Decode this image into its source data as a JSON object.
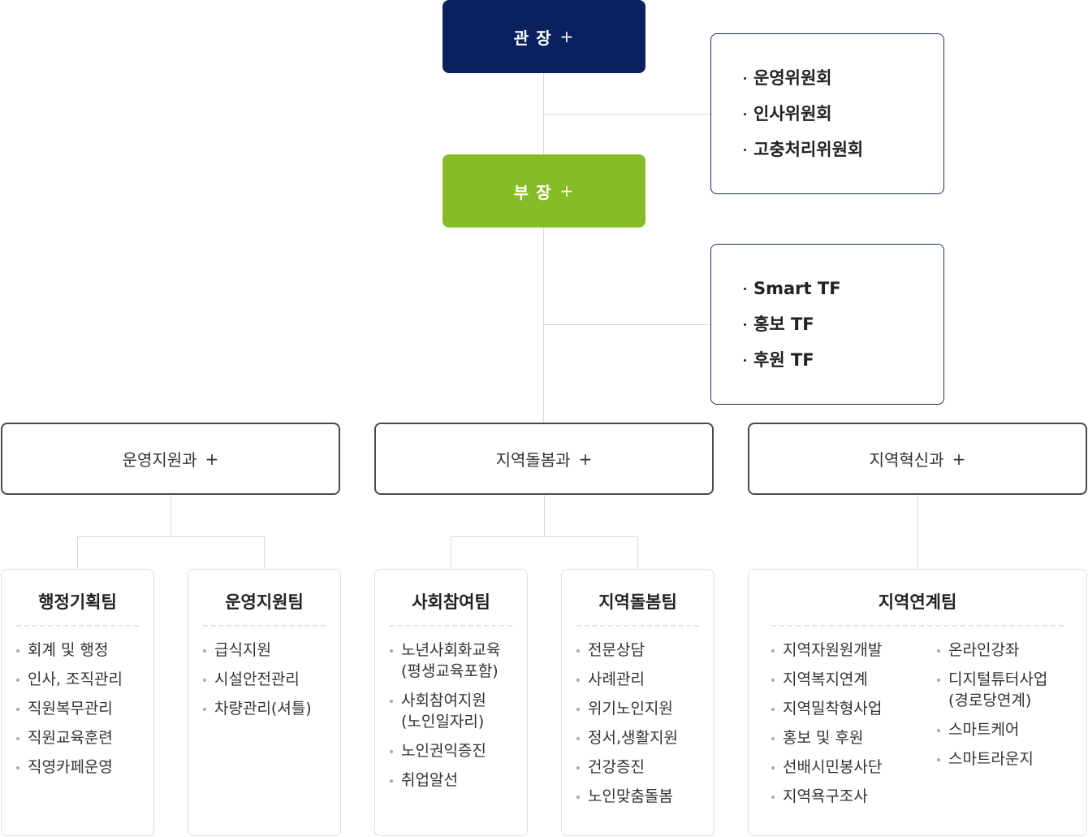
{
  "director": {
    "label": "관 장",
    "plus": "+",
    "color": "#0a2160"
  },
  "deputy": {
    "label": "부 장",
    "plus": "+",
    "color": "#86bc25"
  },
  "committees": [
    "운영위원회",
    "인사위원회",
    "고충처리위원회"
  ],
  "task_forces": [
    "Smart TF",
    "홍보 TF",
    "후원 TF"
  ],
  "departments": [
    {
      "label": "운영지원과",
      "plus": "+"
    },
    {
      "label": "지역돌봄과",
      "plus": "+"
    },
    {
      "label": "지역혁신과",
      "plus": "+"
    }
  ],
  "teams": [
    {
      "title": "행정기획팀",
      "items": [
        "회계 및 행정",
        "인사, 조직관리",
        "직원복무관리",
        "직원교육훈련",
        "직영카페운영"
      ]
    },
    {
      "title": "운영지원팀",
      "items": [
        "급식지원",
        "시설안전관리",
        "차량관리(셔틀)"
      ]
    },
    {
      "title": "사회참여팀",
      "items": [
        "노년사회화교육\n(평생교육포함)",
        "사회참여지원\n(노인일자리)",
        "노인권익증진",
        "취업알선"
      ]
    },
    {
      "title": "지역돌봄팀",
      "items": [
        "전문상담",
        "사례관리",
        "위기노인지원",
        "정서,생활지원",
        "건강증진",
        "노인맞춤돌봄"
      ]
    },
    {
      "title": "지역연계팀",
      "items_left": [
        "지역자원원개발",
        "지역복지연계",
        "지역밀착형사업",
        "홍보 및 후원",
        "선배시민봉사단",
        "지역욕구조사"
      ],
      "items_right": [
        "온라인강좌",
        "디지털튜터사업\n(경로당연계)",
        "스마트케어",
        "스마트라운지"
      ]
    }
  ]
}
